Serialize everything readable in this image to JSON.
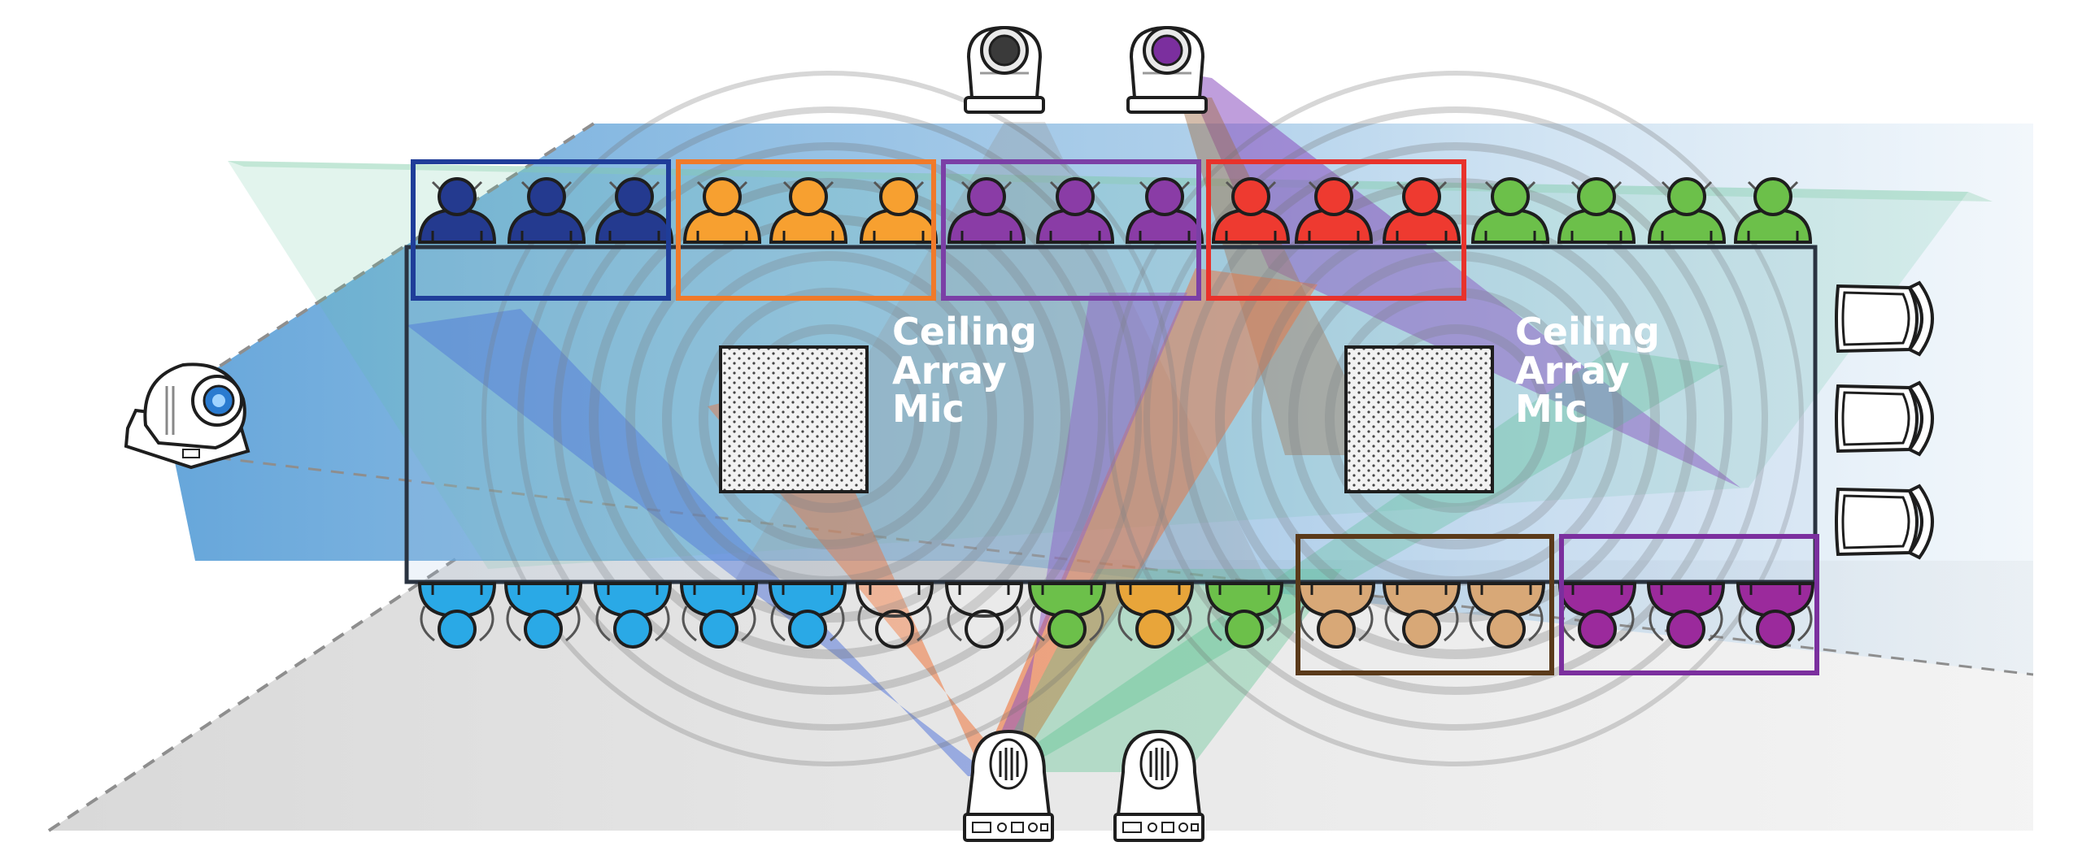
{
  "diagram": {
    "title": "Conference room camera and ceiling microphone layout",
    "ceiling_mics": [
      {
        "name": "mic-1",
        "label_lines": [
          "Ceiling",
          "Array",
          "Mic"
        ]
      },
      {
        "name": "mic-2",
        "label_lines": [
          "Ceiling",
          "Array",
          "Mic"
        ]
      }
    ],
    "zone_colors": {
      "blue": "#1f3d99",
      "orange": "#f07a2a",
      "purple": "#7b3fa6",
      "red": "#e8322b",
      "brown": "#5a3a1a",
      "magenta": "#7b2f9e"
    },
    "participant_colors": {
      "dark_blue": "#243a8f",
      "orange": "#f7a030",
      "purple": "#8a3ca6",
      "red": "#ee3a30",
      "green": "#6cc04a",
      "light_blue": "#2aa9e6",
      "tan": "#d8a877",
      "magenta": "#9b2a9c"
    },
    "beam_colors": {
      "blue": "#3a62d8",
      "orange": "#f0692a",
      "purple": "#8a4fc0",
      "green": "#4fc08a",
      "gray": "#8e8e8e",
      "room_blue": "#5aa2d8"
    }
  }
}
